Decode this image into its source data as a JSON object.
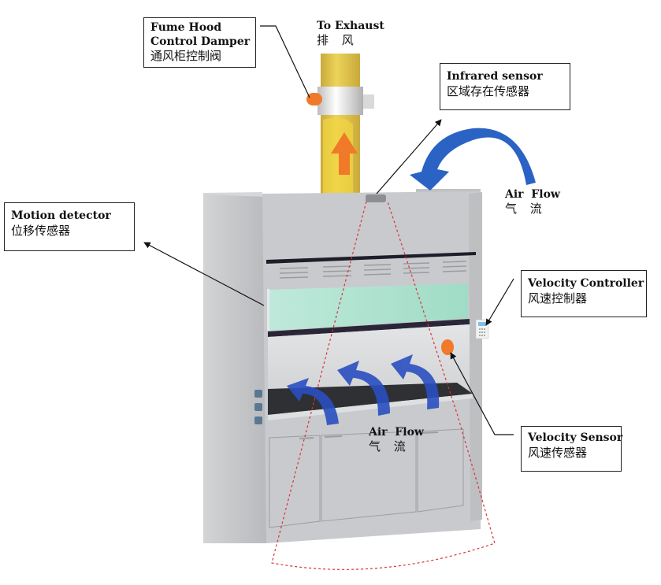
{
  "diagram": {
    "subject": "Fume hood airflow control system",
    "callouts": {
      "damper": {
        "en_line1": "Fume Hood",
        "en_line2": "Control Damper",
        "zh": "通风柜控制阀"
      },
      "infrared": {
        "en": "Infrared sensor",
        "zh": "区域存在传感器"
      },
      "motion": {
        "en": "Motion detector",
        "zh": "位移传感器"
      },
      "velocity_controller": {
        "en": "Velocity Controller",
        "zh": "风速控制器"
      },
      "velocity_sensor": {
        "en": "Velocity Sensor",
        "zh": "风速传感器"
      }
    },
    "labels": {
      "exhaust": {
        "en": "To Exhaust",
        "zh": "排 风"
      },
      "airflow_top": {
        "en": "Air  Flow",
        "zh": "气 流"
      },
      "airflow_bottom": {
        "en": "Air  Flow",
        "zh": "气 流"
      }
    },
    "colors": {
      "duct": "#e2c84a",
      "duct_shade": "#c9a93a",
      "cabinet": "#c8c9cb",
      "cabinet_dark": "#a9aaad",
      "glass": "#a9e0cd",
      "airflow_arrow": "#2a5fbf",
      "exhaust_arrow": "#f07a2a",
      "sensor_orange": "#f07a2a",
      "infrared_beam": "#d8323a",
      "leader_line": "#111111"
    }
  }
}
